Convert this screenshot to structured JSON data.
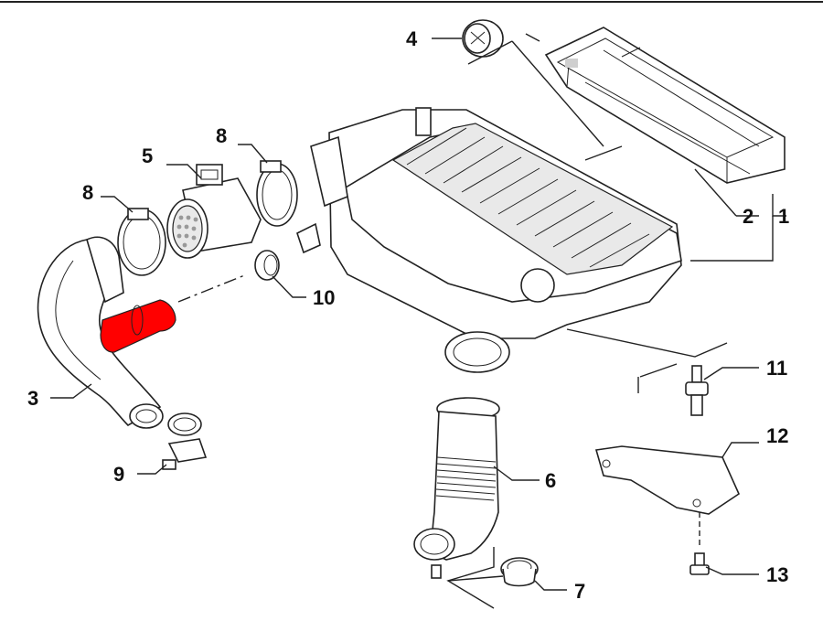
{
  "diagram": {
    "highlight_color": "#ff0000",
    "line_color": "#222222",
    "background": "#ffffff",
    "labels": {
      "p1": "1",
      "p2": "2",
      "p3": "3",
      "p4": "4",
      "p5": "5",
      "p6": "6",
      "p7": "7",
      "p8a": "8",
      "p8b": "8",
      "p9": "9",
      "p10": "10",
      "p11": "11",
      "p12": "12",
      "p13": "13"
    }
  }
}
